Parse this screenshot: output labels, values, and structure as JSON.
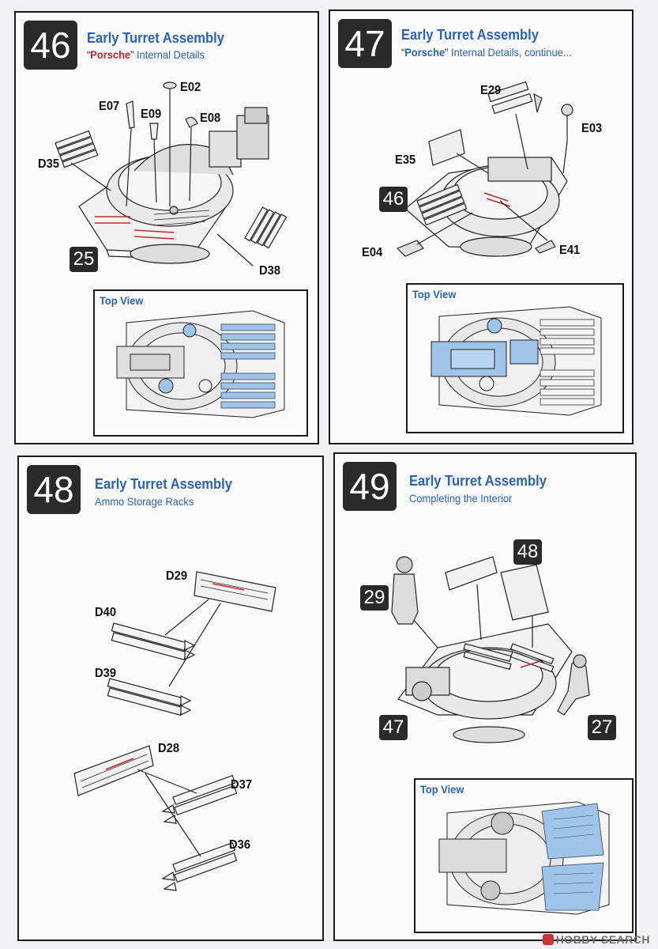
{
  "steps": [
    {
      "number": "46",
      "title": "Early Turret Assembly",
      "subtitle_q1": "“",
      "subtitle_highlight": "Porsche",
      "subtitle_q2": "”",
      "subtitle_rest": " Internal Details",
      "parts": [
        "E02",
        "E07",
        "E09",
        "E08",
        "D35",
        "D38"
      ],
      "ref": "25",
      "topview_label": "Top View"
    },
    {
      "number": "47",
      "title": "Early Turret Assembly",
      "subtitle_q1": "“",
      "subtitle_highlight": "Porsche",
      "subtitle_q2": "”",
      "subtitle_rest": " Internal Details, continue...",
      "parts": [
        "E29",
        "E03",
        "E35",
        "E04",
        "E41"
      ],
      "ref": "46",
      "topview_label": "Top View"
    },
    {
      "number": "48",
      "title": "Early Turret Assembly",
      "subtitle": "Ammo Storage Racks",
      "parts": [
        "D29",
        "D40",
        "D39",
        "D28",
        "D37",
        "D36"
      ]
    },
    {
      "number": "49",
      "title": "Early Turret Assembly",
      "subtitle": "Completing the Interior",
      "refs": [
        "48",
        "29",
        "47",
        "27"
      ],
      "topview_label": "Top View"
    }
  ],
  "watermark": "HOBBY SEARCH",
  "colors": {
    "title_blue": "#2b62b6",
    "highlight_red": "#c22727",
    "part_blue": "#9fc4ea"
  }
}
